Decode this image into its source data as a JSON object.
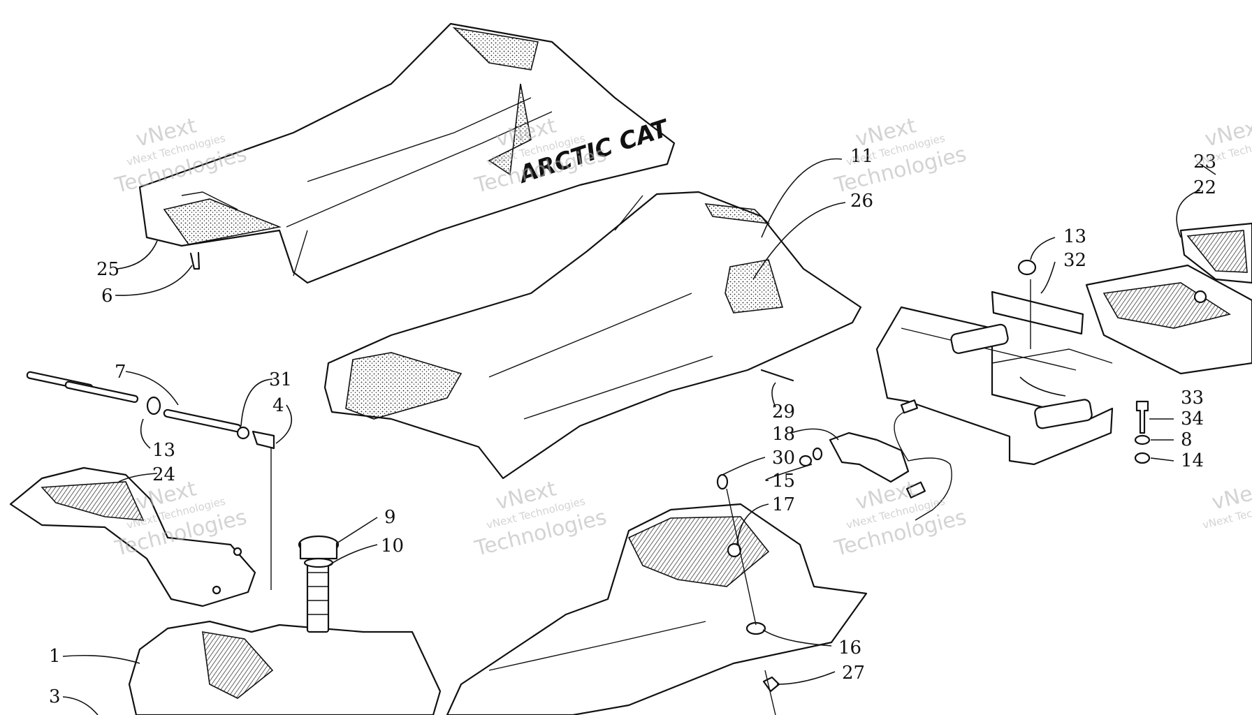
{
  "brand_text": "ARCTIC CAT",
  "watermark": {
    "line1": "vNext Technologies",
    "line2_big": "Technologies",
    "line_top_big": "vNext"
  },
  "callouts": [
    "11",
    "26",
    "23",
    "22",
    "13",
    "32",
    "25",
    "6",
    "7",
    "31",
    "4",
    "13",
    "24",
    "29",
    "18",
    "30",
    "15",
    "17",
    "9",
    "10",
    "33",
    "34",
    "8",
    "14",
    "1",
    "3",
    "16",
    "27"
  ],
  "colors": {
    "ink": "#111111",
    "paper": "#ffffff",
    "watermark": "#b0b0b0"
  }
}
